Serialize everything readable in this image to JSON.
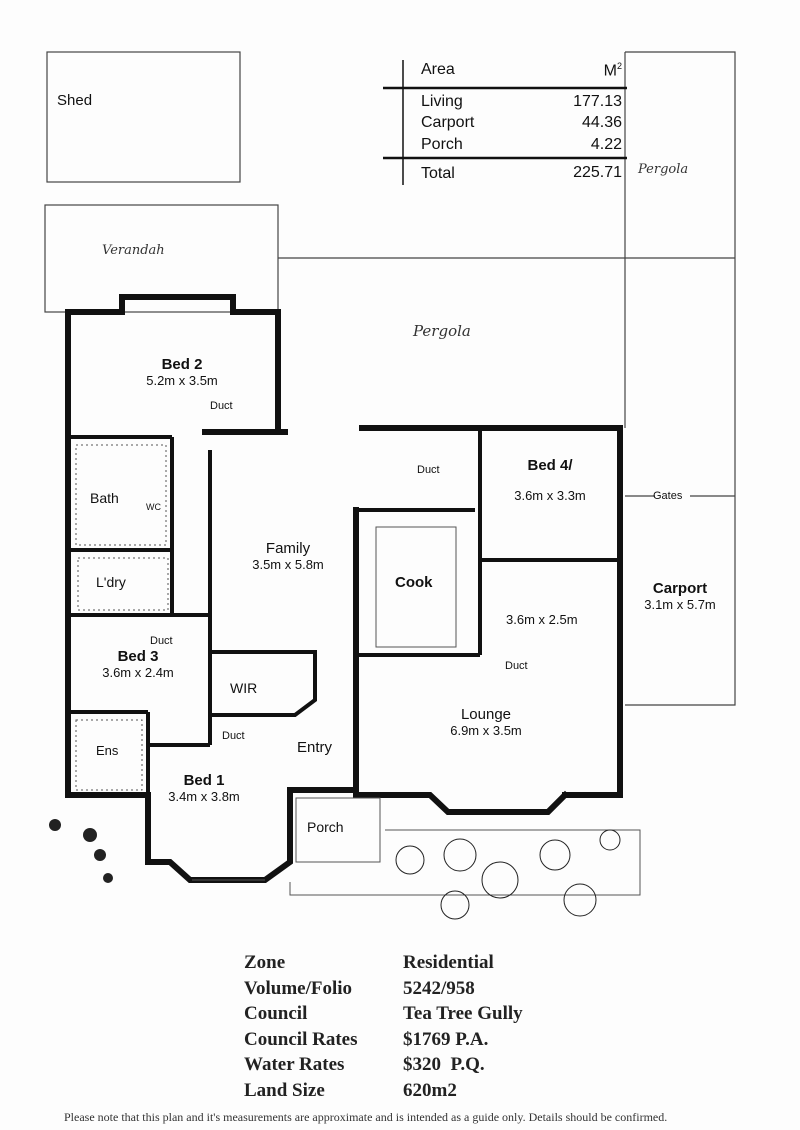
{
  "outbuildings": {
    "shed": "Shed",
    "verandah": "Verandah",
    "pergola_top": "Pergola",
    "pergola_main": "Pergola",
    "gates": "Gates"
  },
  "area_table": {
    "header": {
      "label": "Area",
      "unit": "M",
      "unit_sup": "2"
    },
    "rows": [
      {
        "label": "Living",
        "value": "177.13"
      },
      {
        "label": "Carport",
        "value": "44.36"
      },
      {
        "label": "Porch",
        "value": "4.22"
      }
    ],
    "total": {
      "label": "Total",
      "value": "225.71"
    }
  },
  "rooms": {
    "bed2": {
      "name": "Bed 2",
      "dims": "5.2m x 3.5m"
    },
    "bath": {
      "name": "Bath"
    },
    "wc": {
      "name": "WC"
    },
    "ldry": {
      "name": "L'dry"
    },
    "bed3": {
      "name": "Bed 3",
      "dims": "3.6m x 2.4m"
    },
    "family": {
      "name": "Family",
      "dims": "3.5m x 5.8m"
    },
    "cook": {
      "name": "Cook"
    },
    "bed4": {
      "name": "Bed 4/",
      "dims": "3.6m x 3.3m"
    },
    "meals": {
      "dims": "3.6m x 2.5m"
    },
    "carport": {
      "name": "Carport",
      "dims": "3.1m x 5.7m"
    },
    "wir": {
      "name": "WIR"
    },
    "entry": {
      "name": "Entry"
    },
    "lounge": {
      "name": "Lounge",
      "dims": "6.9m x 3.5m"
    },
    "ens": {
      "name": "Ens"
    },
    "bed1": {
      "name": "Bed 1",
      "dims": "3.4m x 3.8m"
    },
    "porch": {
      "name": "Porch"
    }
  },
  "duct_label": "Duct",
  "property_info": [
    {
      "label": "Zone",
      "value": "Residential"
    },
    {
      "label": "Volume/Folio",
      "value": "5242/958"
    },
    {
      "label": "Council",
      "value": "Tea Tree Gully"
    },
    {
      "label": "Council Rates",
      "value": "$1769 P.A."
    },
    {
      "label": "Water Rates",
      "value": "$320  P.Q."
    },
    {
      "label": "Land Size",
      "value": "620m2"
    }
  ],
  "footer": "Please note that this plan and it's measurements are approximate and is intended as a guide only. Details should be confirmed."
}
